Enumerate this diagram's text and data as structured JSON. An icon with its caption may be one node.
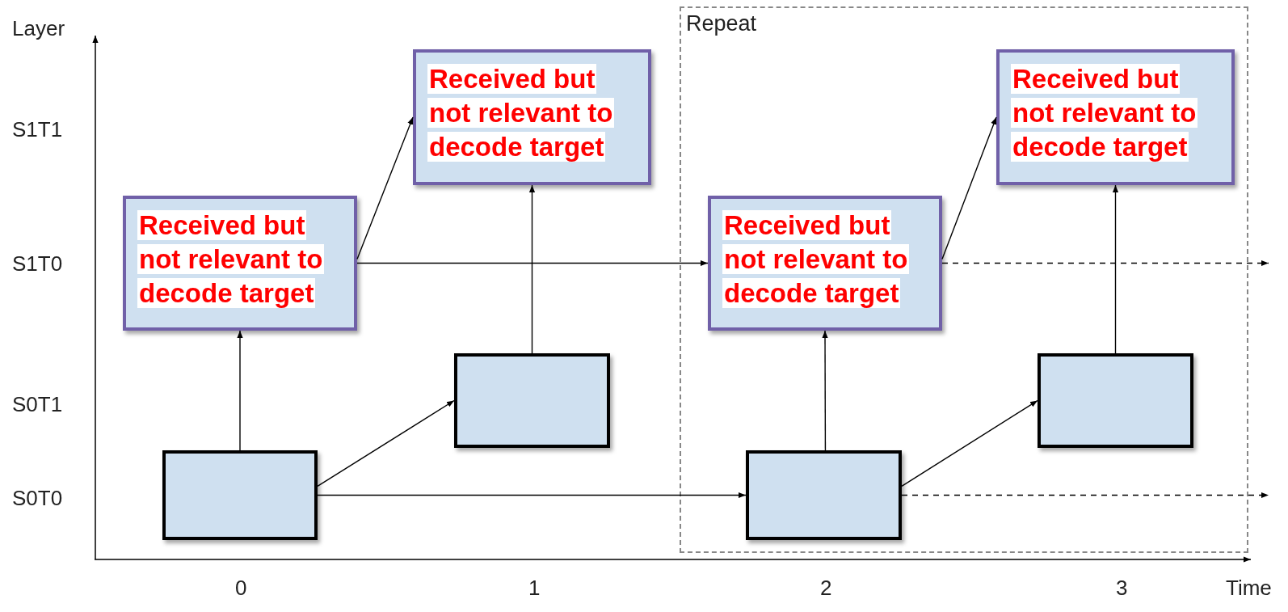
{
  "diagram": {
    "nodes": [
      {
        "text": [
          "Repeat"
        ]
      },
      {
        "text": [
          "Received but not relevant to decode target"
        ]
      },
      {
        "text": [
          "Received but not relevant to decode target"
        ],
        "in": 0
      },
      {
        "text": [
          "Received but not relevant to decode target"
        ]
      },
      {
        "text": [
          "Received but not relevant to decode target"
        ],
        "in": 0
      },
      {
        "text": [],
        "shape": "box"
      },
      {
        "text": [],
        "shape": "box",
        "in": 0
      },
      {
        "text": [],
        "shape": "box"
      },
      {
        "text": [],
        "shape": "box",
        "in": 0
      }
    ],
    "edges": [
      {
        "from": 7,
        "to": 3,
        "arrow": "to"
      },
      {
        "from": 7,
        "to": 5,
        "arrow": "to"
      },
      {
        "from": 7,
        "to": 8,
        "arrow": "to"
      },
      {
        "from": 3,
        "to": 1,
        "arrow": "to"
      },
      {
        "from": 3,
        "to": 4,
        "arrow": "to"
      },
      {
        "from": 5,
        "to": 1,
        "arrow": "to"
      },
      {
        "from": 8,
        "to": 4,
        "arrow": "to"
      },
      {
        "from": 8,
        "to": 6,
        "arrow": "to"
      },
      {
        "from": 8,
        "to": null,
        "arrow": "to",
        "style": "dashed"
      },
      {
        "from": 4,
        "to": 2,
        "arrow": "to"
      },
      {
        "from": 4,
        "to": null,
        "arrow": "to",
        "style": "dashed"
      },
      {
        "from": 6,
        "to": 2,
        "arrow": "to"
      }
    ],
    "labels": [
      "Layer",
      "S1T1",
      "S1T0",
      "S0T1",
      "S0T0",
      "0",
      "1",
      "2",
      "3",
      "Time"
    ]
  }
}
